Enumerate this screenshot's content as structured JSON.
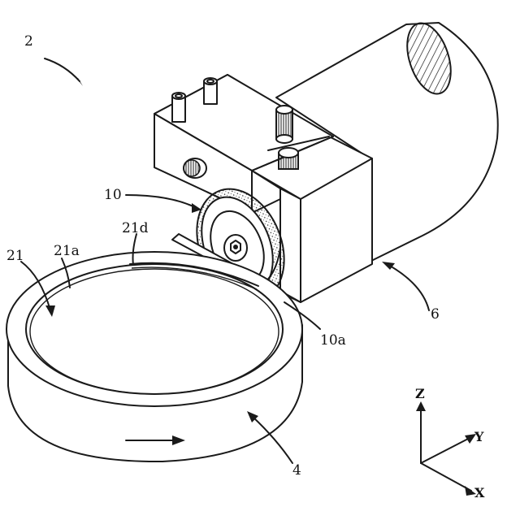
{
  "labels": {
    "device": "2",
    "spindle": "6",
    "blade": "10",
    "blade_edge": "10a",
    "table": "21",
    "surface": "21a",
    "groove": "21d",
    "table_base": "4"
  },
  "axes": {
    "z": "Z",
    "y": "Y",
    "x": "X"
  },
  "colors": {
    "line": "#1a1a1a",
    "background": "#ffffff"
  }
}
